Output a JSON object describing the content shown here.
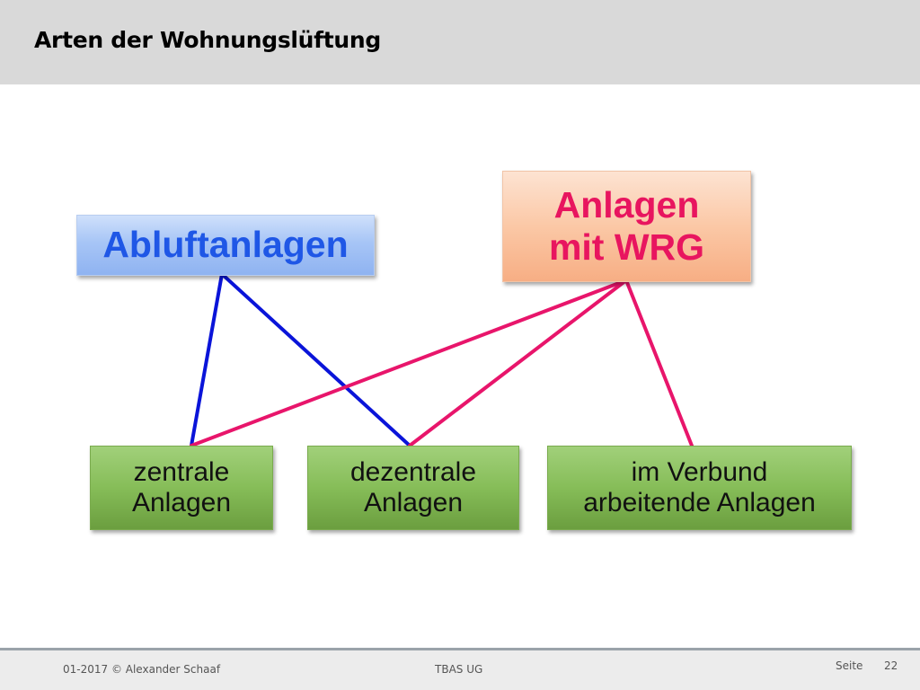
{
  "slide": {
    "title": "Arten der Wohnungslüftung"
  },
  "diagram": {
    "top_nodes": {
      "abluft": "Abluftanlagen",
      "wrg": "Anlagen\nmit WRG"
    },
    "bottom_nodes": {
      "zentral": "zentrale\nAnlagen",
      "dezentral": "dezentrale\nAnlagen",
      "verbund": "im Verbund\narbeitende Anlagen"
    },
    "edges": [
      {
        "from": "abluft",
        "to": "zentral",
        "color": "#0a14d9"
      },
      {
        "from": "abluft",
        "to": "dezentral",
        "color": "#0a14d9"
      },
      {
        "from": "wrg",
        "to": "zentral",
        "color": "#e8156b"
      },
      {
        "from": "wrg",
        "to": "dezentral",
        "color": "#e8156b"
      },
      {
        "from": "wrg",
        "to": "verbund",
        "color": "#e8156b"
      }
    ],
    "colors": {
      "abluft_text": "#1f57e6",
      "wrg_text": "#e8155f",
      "bottom_box": "#86bd58"
    }
  },
  "footer": {
    "copyright": "01-2017 © Alexander Schaaf",
    "company": "TBAS UG",
    "page_label": "Seite",
    "page_number": "22"
  }
}
